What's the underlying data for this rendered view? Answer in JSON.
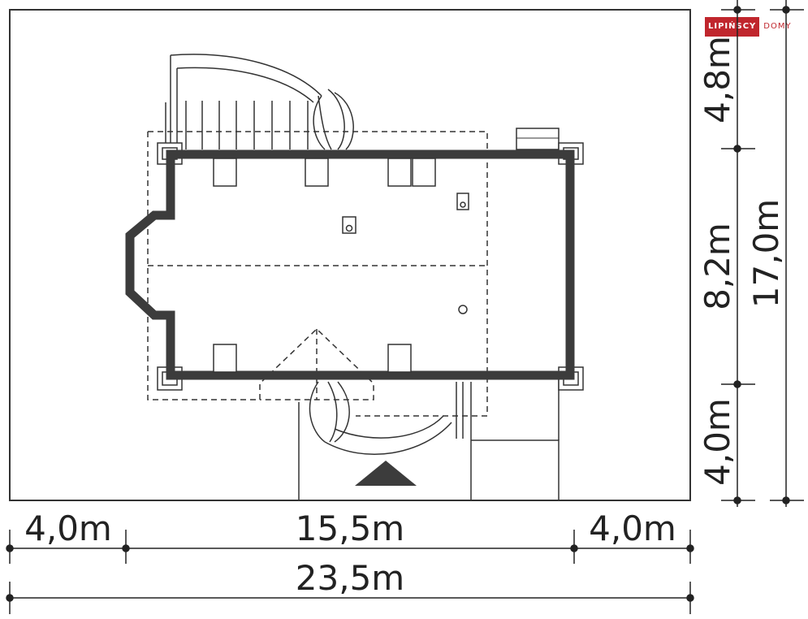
{
  "logo": {
    "brand": "LIPIŃSCY",
    "sub": "DOMY"
  },
  "dimensions": {
    "bottom_left": "4,0m",
    "bottom_mid": "15,5m",
    "bottom_right": "4,0m",
    "bottom_total": "23,5m",
    "right_top": "4,8m",
    "right_mid": "8,2m",
    "right_bottom": "4,0m",
    "right_total": "17,0m"
  },
  "colors": {
    "wall": "#3c3c3c",
    "line": "#222222",
    "brand": "#c0262d"
  }
}
